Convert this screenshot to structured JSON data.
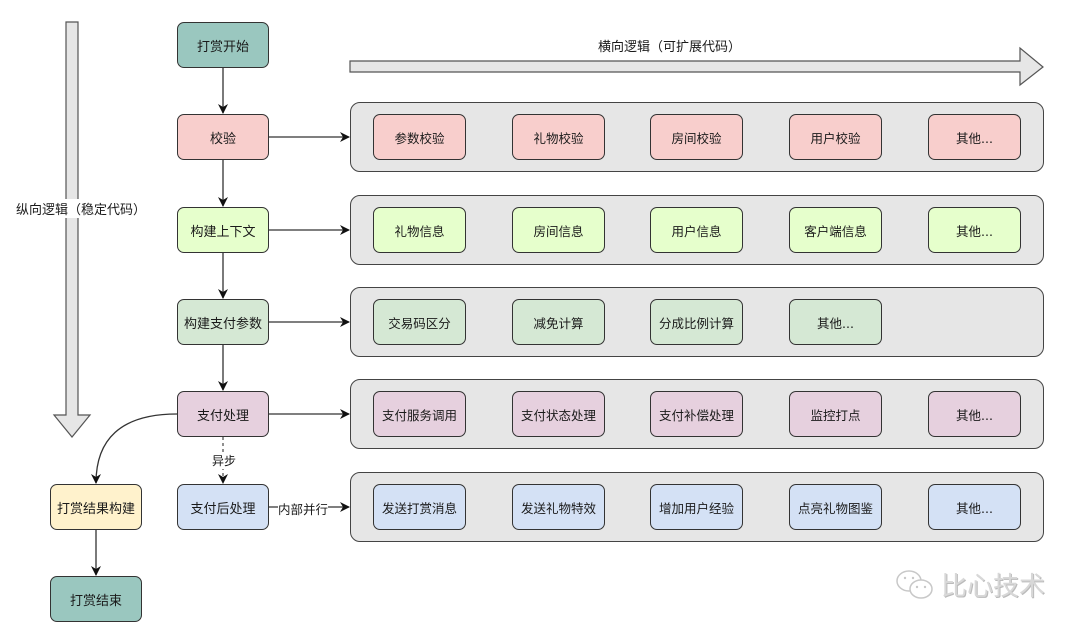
{
  "vertical_axis_label": "纵向逻辑（稳定代码）",
  "horizontal_axis_label": "横向逻辑（可扩展代码）",
  "main_flow": {
    "start": "打赏开始",
    "validate": "校验",
    "build_context": "构建上下文",
    "build_payment_params": "构建支付参数",
    "payment_processing": "支付处理",
    "post_payment": "支付后处理",
    "result_build": "打赏结果构建",
    "end": "打赏结束"
  },
  "edge_labels": {
    "async": "异步",
    "internal_parallel": "内部并行"
  },
  "rows": [
    {
      "name": "validate",
      "items": [
        "参数校验",
        "礼物校验",
        "房间校验",
        "用户校验",
        "其他..."
      ]
    },
    {
      "name": "context",
      "items": [
        "礼物信息",
        "房间信息",
        "用户信息",
        "客户端信息",
        "其他..."
      ]
    },
    {
      "name": "payment-params",
      "items": [
        "交易码区分",
        "减免计算",
        "分成比例计算",
        "其他..."
      ]
    },
    {
      "name": "payment",
      "items": [
        "支付服务调用",
        "支付状态处理",
        "支付补偿处理",
        "监控打点",
        "其他..."
      ]
    },
    {
      "name": "post-payment",
      "items": [
        "发送打赏消息",
        "发送礼物特效",
        "增加用户经验",
        "点亮礼物图鉴",
        "其他..."
      ]
    }
  ],
  "watermark": "比心技术",
  "colors": {
    "teal": "#9ac7bf",
    "pink": "#f8cecc",
    "lime": "#e6ffcc",
    "sage": "#d5e8d4",
    "mauve": "#e6d0de",
    "blue": "#d4e1f5",
    "yellow": "#fff2cc",
    "container": "#e6e6e6"
  }
}
